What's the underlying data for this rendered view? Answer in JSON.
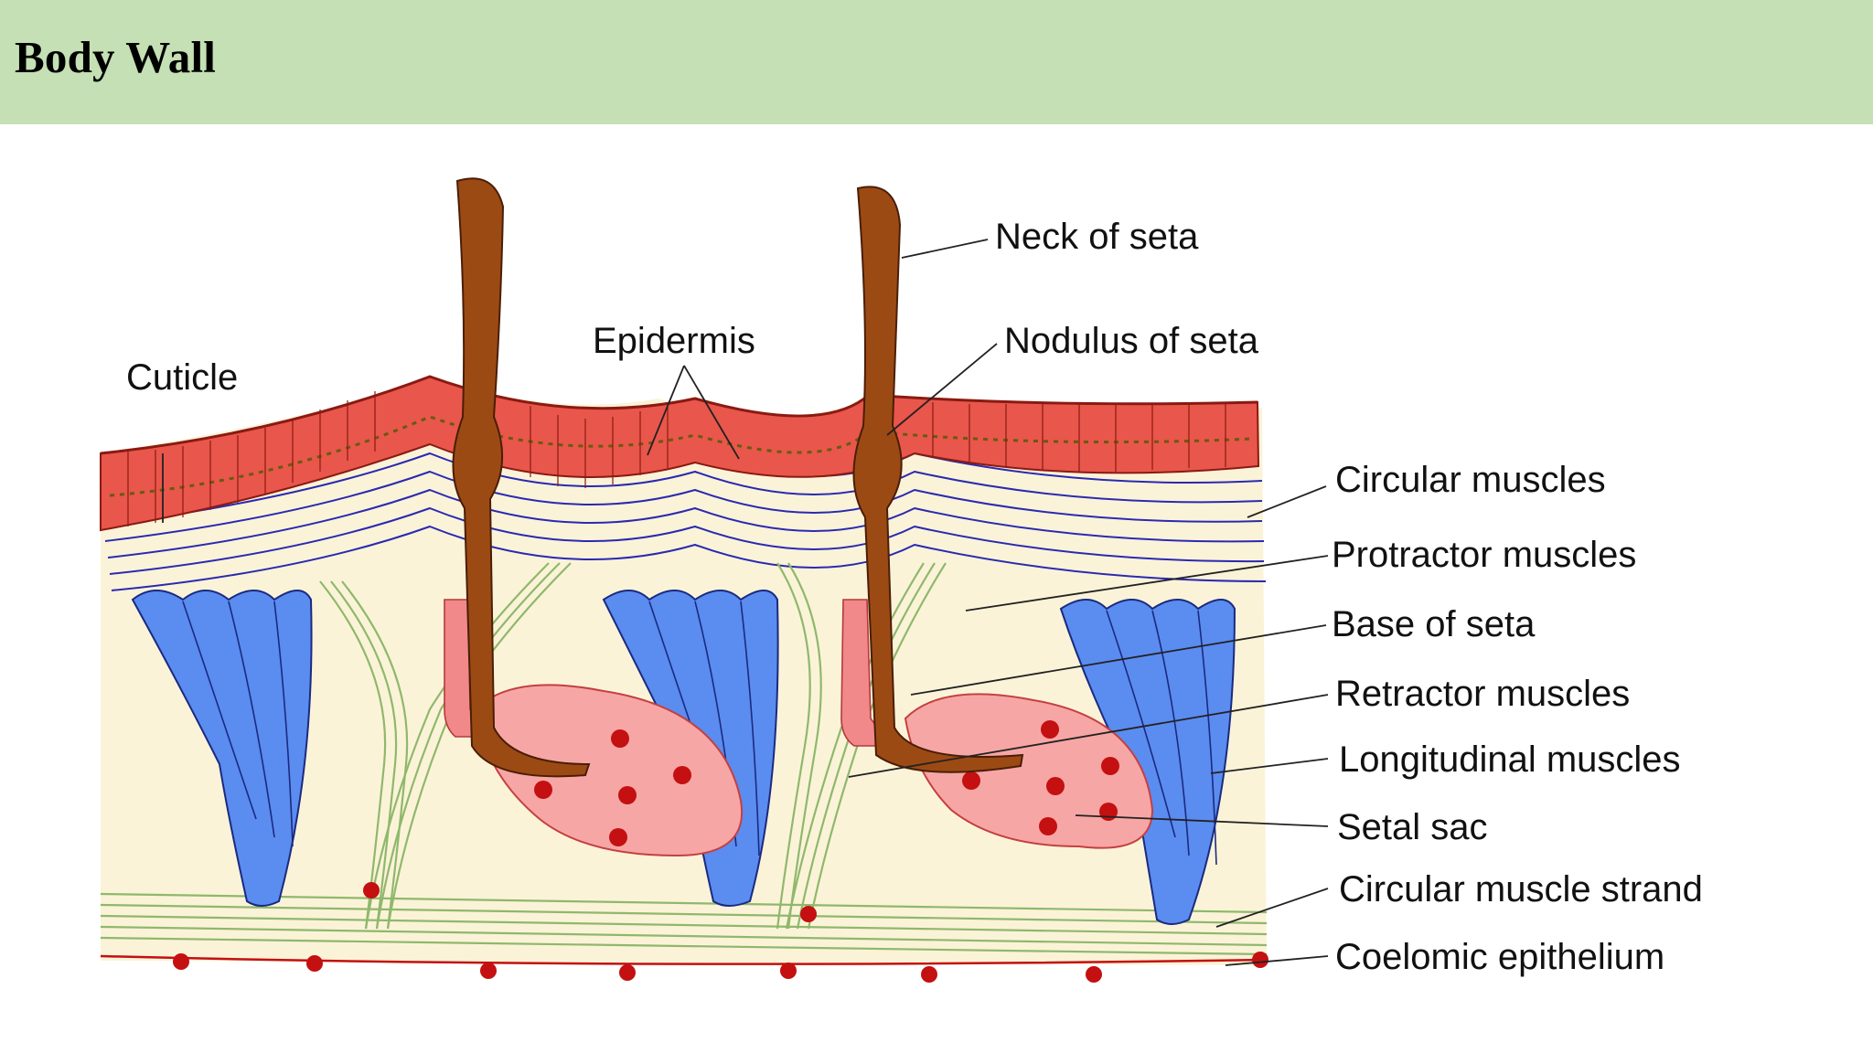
{
  "header": {
    "title": "Body Wall"
  },
  "diagram": {
    "labels": {
      "cuticle": "Cuticle",
      "epidermis": "Epidermis",
      "neck_of_seta": "Neck of seta",
      "nodulus_of_seta": "Nodulus of seta",
      "circular_muscles": "Circular muscles",
      "protractor_muscles": "Protractor muscles",
      "base_of_seta": "Base of seta",
      "retractor_muscles": "Retractor muscles",
      "longitudinal_muscles": "Longitudinal muscles",
      "setal_sac": "Setal sac",
      "circular_muscle_strand": "Circular muscle strand",
      "coelomic_epithelium": "Coelomic epithelium"
    },
    "colors": {
      "cuticle_epidermis": "#e9564b",
      "seta": "#9c4a14",
      "setal_sac": "#f7a6a6",
      "longitudinal_muscles": "#5b8cf0",
      "circular_muscles": "#2a2ab0",
      "protractor_retractor": "#8fb86c",
      "coelom_background": "#fbf3d8",
      "nuclei": "#c41010"
    }
  }
}
